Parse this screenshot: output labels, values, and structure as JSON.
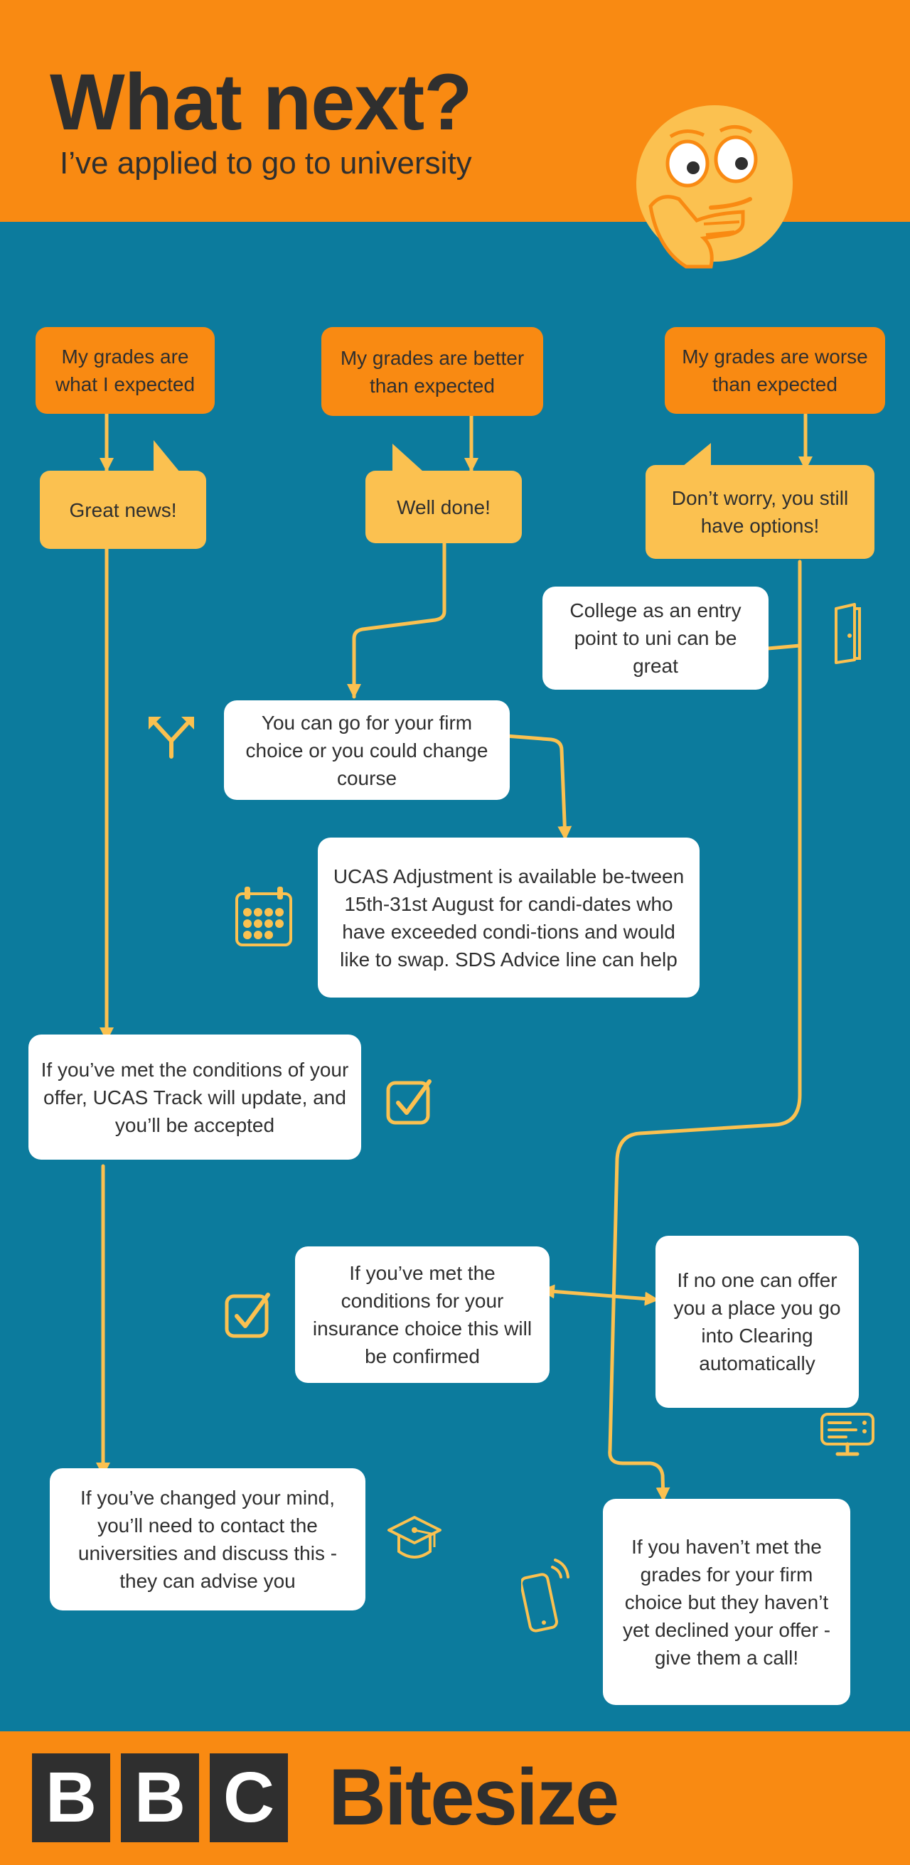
{
  "header": {
    "title": "What next?",
    "subtitle": "I’ve applied to go to university"
  },
  "boxes": {
    "expected": "My grades are what I expected",
    "better": "My grades are better than expected",
    "worse": "My grades are worse than expected",
    "great_news": "Great news!",
    "well_done": "Well done!",
    "dont_worry": "Don’t worry, you still have options!",
    "college": "College as an entry point to uni can be great",
    "firm_choice": "You can go for your firm choice or you could change course",
    "adjustment": "UCAS Adjustment is available be-tween 15th-31st August for candi-dates who have exceeded condi-tions and would like to swap. SDS Advice line can help",
    "met_conditions": "If you’ve met the conditions of your offer, UCAS Track will update, and you’ll be accepted",
    "insurance": "If you’ve met the conditions for your insurance choice this will be confirmed",
    "clearing": "If no one can offer you a place you go into Clearing automatically",
    "changed_mind": "If you’ve changed your mind, you’ll need to contact the universities and discuss this - they can advise you",
    "not_met": "If you haven’t met the grades for your firm choice but they haven’t yet declined your offer - give them a call!"
  },
  "icons": [
    "thinking-face-icon",
    "door-icon",
    "split-arrows-icon",
    "calendar-icon",
    "checkbox-icon",
    "graduation-cap-icon",
    "computer-icon",
    "mobile-phone-icon"
  ],
  "footer": {
    "logo_letters": [
      "B",
      "B",
      "C"
    ],
    "brand": "Bitesize"
  },
  "colors": {
    "orange": "#f98a12",
    "yellow": "#fbc150",
    "teal": "#0c7b9d",
    "white": "#ffffff",
    "dark": "#2f2f2f"
  }
}
